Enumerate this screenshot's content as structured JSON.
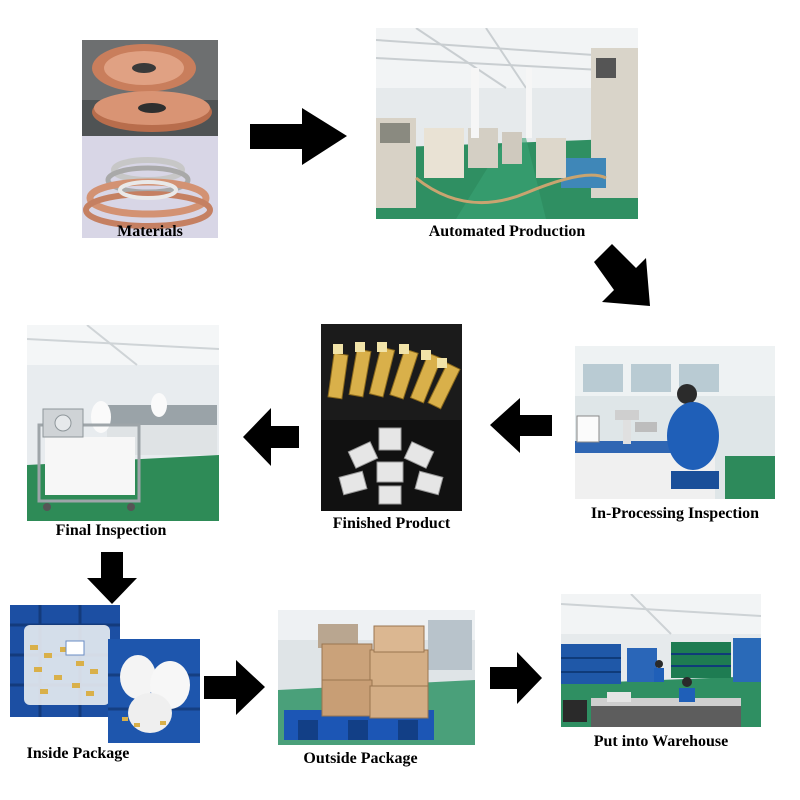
{
  "steps": {
    "materials": "Materials",
    "automated_production": "Automated Production",
    "in_processing_inspection": "In-Processing Inspection",
    "finished_product": "Finished Product",
    "final_inspection": "Final Inspection",
    "inside_package": "Inside Package",
    "outside_package": "Outside Package",
    "put_into_warehouse": "Put into Warehouse"
  },
  "colors": {
    "arrow": "#000000",
    "copper": "#c8785a",
    "floor_green": "#2e8b57",
    "factory_wall": "#e8ecef",
    "worker_blue": "#1f5fb8",
    "crate_blue": "#1c4fa3",
    "cardboard": "#c9a27a",
    "brass": "#d9b04a"
  }
}
